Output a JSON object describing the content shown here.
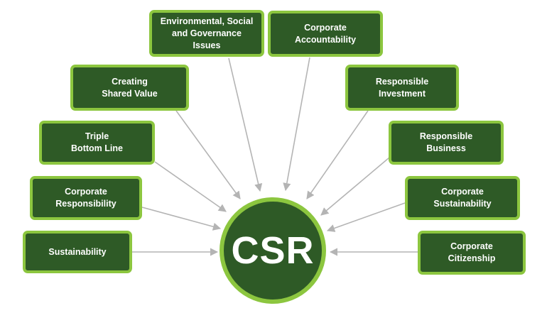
{
  "center": {
    "label": "CSR"
  },
  "colors": {
    "node_fill": "#2e5a26",
    "node_border": "#8cc63f",
    "arrow": "#b4b4b4"
  },
  "nodes": [
    {
      "id": "sustainability",
      "label": "Sustainability"
    },
    {
      "id": "corporate-responsibility",
      "label": "Corporate\nResponsibility"
    },
    {
      "id": "triple-bottom-line",
      "label": "Triple\nBottom Line"
    },
    {
      "id": "creating-shared-value",
      "label": "Creating\nShared Value"
    },
    {
      "id": "esg-issues",
      "label": "Environmental, Social\nand Governance\nIssues"
    },
    {
      "id": "corporate-accountability",
      "label": "Corporate\nAccountability"
    },
    {
      "id": "responsible-investment",
      "label": "Responsible\nInvestment"
    },
    {
      "id": "responsible-business",
      "label": "Responsible\nBusiness"
    },
    {
      "id": "corporate-sustainability",
      "label": "Corporate\nSustainability"
    },
    {
      "id": "corporate-citizenship",
      "label": "Corporate\nCitizenship"
    }
  ]
}
